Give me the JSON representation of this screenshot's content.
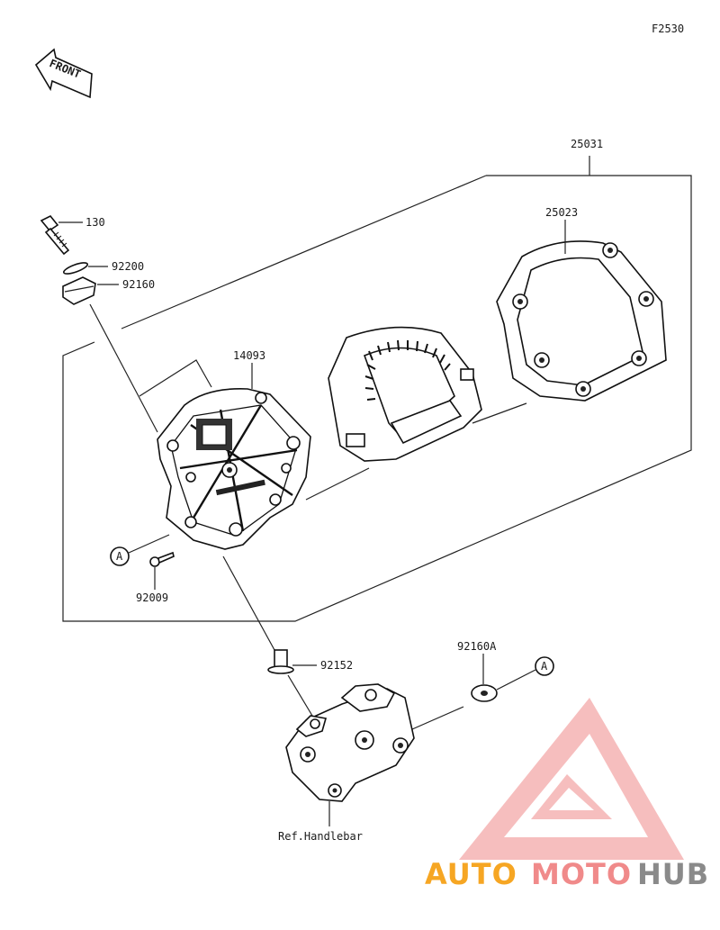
{
  "figure_code": "F2530",
  "front_label": "FRONT",
  "callouts": {
    "ref_a_1": "A",
    "ref_a_2": "A"
  },
  "parts": {
    "p25031": "25031",
    "p25023": "25023",
    "p130": "130",
    "p92200": "92200",
    "p92160": "92160",
    "p14093": "14093",
    "p92009": "92009",
    "p92152": "92152",
    "p92160a": "92160A",
    "ref_handlebar": "Ref.Handlebar"
  },
  "watermark": {
    "auto": "AUTO",
    "moto": "MOTO",
    "hub": "HUB",
    "color_logo": "#f08a8a",
    "color_auto": "#f6a623",
    "color_hub": "#8a8a8a"
  }
}
